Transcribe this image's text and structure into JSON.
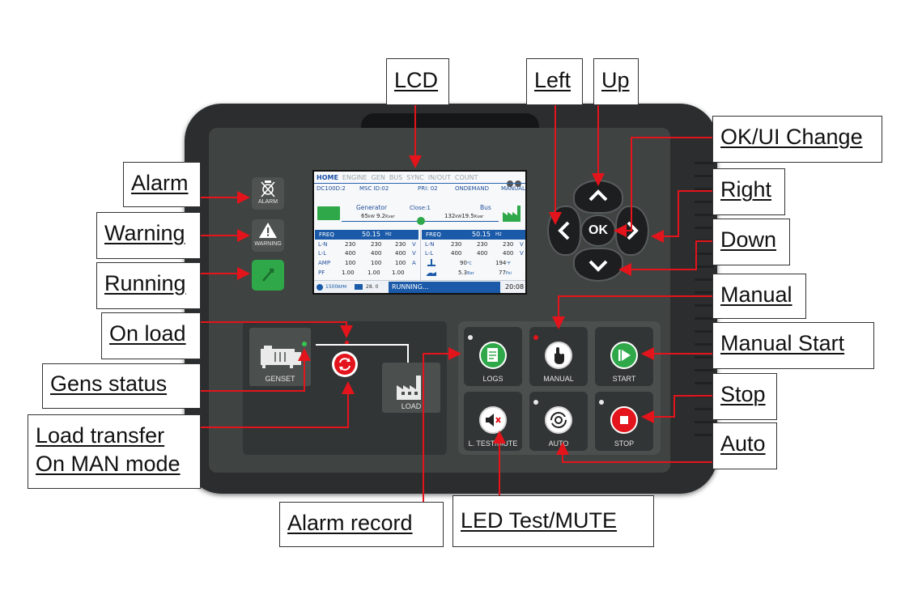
{
  "callouts": {
    "lcd": "LCD",
    "left": "Left",
    "up": "Up",
    "ok_ui_change": "OK/UI Change",
    "right": "Right",
    "down": "Down",
    "manual": "Manual",
    "manual_start": "Manual Start",
    "stop": "Stop",
    "auto": "Auto",
    "alarm": "Alarm",
    "warning": "Warning",
    "running": "Running",
    "on_load": "On load",
    "gens_status": "Gens status",
    "load_transfer_line1": "Load transfer",
    "load_transfer_line2": "On MAN mode",
    "alarm_record": "Alarm record",
    "led_test_mute": "LED Test/MUTE"
  },
  "indicators": {
    "alarm_label": "ALARM",
    "warning_label": "WARNING"
  },
  "lcd": {
    "tabs": [
      "HOME",
      "ENGINE",
      "GEN",
      "BUS",
      "SYNC",
      "IN/OUT",
      "COUNT"
    ],
    "header": {
      "model": "DC100D:2",
      "msc_id": "MSC ID:02",
      "pri": "PRI: 02",
      "mode_demand": "ONDEMAND",
      "mode": "MANUAL"
    },
    "flow": {
      "gen_title": "Generator",
      "gen_kw": "65",
      "gen_kw_unit": "kW",
      "gen_kvar": "9.2",
      "gen_kvar_unit": "Kvar",
      "close_label": "Close:1",
      "bus_title": "Bus",
      "bus_kw": "132",
      "bus_kw_unit": "kW",
      "bus_kvar": "19.5",
      "bus_kvar_unit": "Kvar"
    },
    "left_table": {
      "freq_label": "FREQ",
      "freq_value": "50.15",
      "freq_unit": "Hz",
      "rows": [
        {
          "label": "L-N",
          "v1": "230",
          "v2": "230",
          "v3": "230",
          "unit": "V"
        },
        {
          "label": "L-L",
          "v1": "400",
          "v2": "400",
          "v3": "400",
          "unit": "V"
        },
        {
          "label": "AMP",
          "v1": "100",
          "v2": "100",
          "v3": "100",
          "unit": "A"
        },
        {
          "label": "PF",
          "v1": "1.00",
          "v2": "1.00",
          "v3": "1.00",
          "unit": ""
        }
      ]
    },
    "right_table": {
      "freq_label": "FREQ",
      "freq_value": "50.15",
      "freq_unit": "Hz",
      "rows": [
        {
          "label": "L-N",
          "v1": "230",
          "v2": "230",
          "v3": "230",
          "unit": "V"
        },
        {
          "label": "L-L",
          "v1": "400",
          "v2": "400",
          "v3": "400",
          "unit": "V"
        }
      ],
      "temp_c": "90",
      "temp_c_unit": "°C",
      "temp_f": "194",
      "temp_f_unit": "°F",
      "press_bar": "5.3",
      "press_bar_unit": "Bar",
      "press_psi": "77",
      "press_psi_unit": "Psi"
    },
    "status": {
      "rpm": "1500",
      "rpm_unit": "RPM",
      "battery": "28. 0",
      "state": "RUNNING...",
      "time": "20:08"
    }
  },
  "left_panel": {
    "genset_label": "GENSET",
    "load_label": "LOAD"
  },
  "buttons": {
    "logs": "LOGS",
    "manual": "MANUAL",
    "start": "START",
    "ltest_mute": "L. TEST/MUTE",
    "auto": "AUTO",
    "stop": "STOP",
    "ok": "OK"
  },
  "colors": {
    "accent_red": "#e3141b",
    "green": "#2fa84a",
    "lcd_blue": "#1a5aa8"
  }
}
